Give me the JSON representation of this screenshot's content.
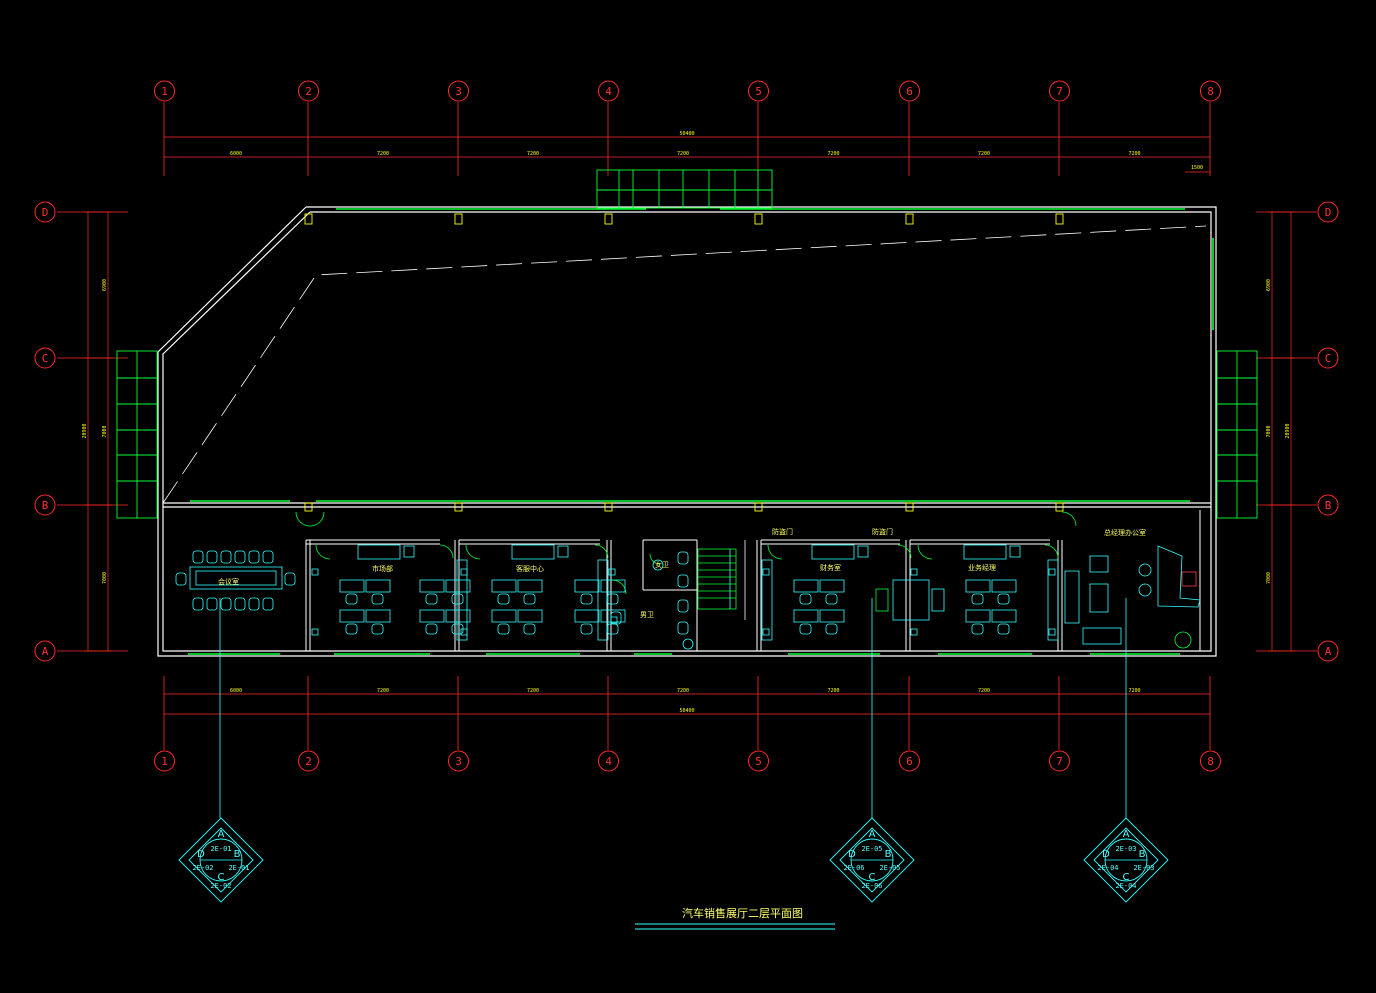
{
  "drawing": {
    "title": "汽车销售展厅二层平面图",
    "colors": {
      "background": "#000000",
      "axis": "#ff2a2a",
      "wall": "#ffffff",
      "glass": "#00ff33",
      "furniture": "#33ffff",
      "text": "#ffff66",
      "column": "#ffff00"
    }
  },
  "grid": {
    "columns": [
      "1",
      "2",
      "3",
      "4",
      "5",
      "6",
      "7",
      "8"
    ],
    "rows": [
      "D",
      "C",
      "B",
      "A"
    ]
  },
  "dimensions": {
    "top_segments": [
      "6000",
      "7200",
      "7200",
      "7200",
      "7200",
      "7200",
      "7200"
    ],
    "top_total": "50400",
    "top_extra": "1500",
    "bottom_segments": [
      "6000",
      "7200",
      "7200",
      "7200",
      "7200",
      "7200",
      "7200"
    ],
    "bottom_total": "50400",
    "left_segments": [
      "6900",
      "7000",
      "7000"
    ],
    "left_total": "20900",
    "right_segments": [
      "6900",
      "7000",
      "7000"
    ],
    "right_total": "20900"
  },
  "rooms": {
    "meeting": "会议室",
    "marketing": "市场部",
    "service": "客服中心",
    "restroom_f": "女卫",
    "restroom_m": "男卫",
    "finance": "财务室",
    "sales_mgr": "业务经理",
    "gm_office": "总经理办公室",
    "fire_door_1": "防盗门",
    "fire_door_2": "防盗门"
  },
  "elevation_tags": [
    {
      "a": "A",
      "b": "B",
      "c": "C",
      "d": "D",
      "n": "2E-01",
      "e": "2E-01",
      "s": "2E-02",
      "w": "2E-02"
    },
    {
      "a": "A",
      "b": "B",
      "c": "C",
      "d": "D",
      "n": "2E-05",
      "e": "2E-05",
      "s": "2E-06",
      "w": "2E-06"
    },
    {
      "a": "A",
      "b": "B",
      "c": "C",
      "d": "D",
      "n": "2E-03",
      "e": "2E-03",
      "s": "2E-04",
      "w": "2E-04"
    }
  ]
}
